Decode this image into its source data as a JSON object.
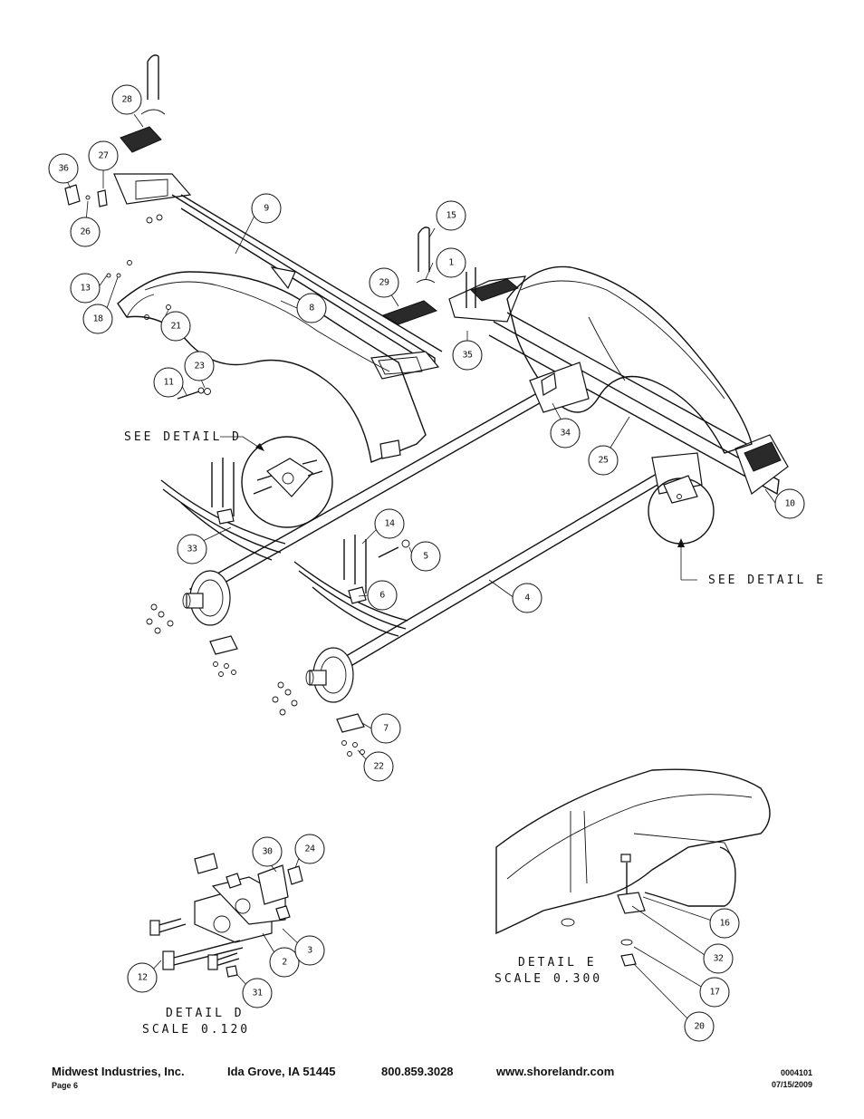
{
  "detail_labels": {
    "see_detail_d": "SEE DETAIL D",
    "see_detail_e": "SEE DETAIL E",
    "detail_d_title": "DETAIL D",
    "detail_d_scale": "SCALE 0.120",
    "detail_e_title": "DETAIL E",
    "detail_e_scale": "SCALE 0.300"
  },
  "callouts": [
    "28",
    "27",
    "36",
    "26",
    "9",
    "15",
    "1",
    "13",
    "18",
    "21",
    "8",
    "29",
    "35",
    "11",
    "23",
    "34",
    "25",
    "10",
    "14",
    "5",
    "33",
    "6",
    "4",
    "7",
    "22",
    "30",
    "24",
    "12",
    "2",
    "3",
    "31",
    "16",
    "32",
    "17",
    "20"
  ],
  "footer": {
    "company": "Midwest Industries, Inc.",
    "city": "Ida Grove, IA  51445",
    "phone": "800.859.3028",
    "website": "www.shorelandr.com",
    "page": "Page 6",
    "doc_number": "0004101",
    "date": "07/15/2009"
  }
}
